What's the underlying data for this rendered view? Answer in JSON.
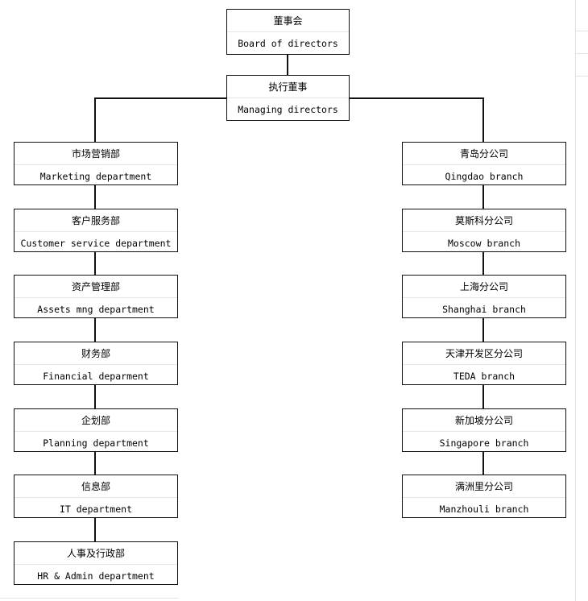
{
  "chart_data": {
    "type": "table",
    "top": [
      {
        "id": "board",
        "cn": "董事会",
        "en": "Board of directors"
      },
      {
        "id": "managing",
        "cn": "执行董事",
        "en": "Managing directors"
      }
    ],
    "left": [
      {
        "id": "marketing",
        "cn": "市场营销部",
        "en": "Marketing department"
      },
      {
        "id": "customer-service",
        "cn": "客户服务部",
        "en": "Customer service department"
      },
      {
        "id": "assets",
        "cn": "资产管理部",
        "en": "Assets mng department"
      },
      {
        "id": "financial",
        "cn": "财务部",
        "en": "Financial deparment"
      },
      {
        "id": "planning",
        "cn": "企划部",
        "en": "Planning department"
      },
      {
        "id": "it",
        "cn": "信息部",
        "en": "IT department"
      },
      {
        "id": "hr-admin",
        "cn": "人事及行政部",
        "en": "HR & Admin department"
      }
    ],
    "right": [
      {
        "id": "qingdao",
        "cn": "青岛分公司",
        "en": "Qingdao branch"
      },
      {
        "id": "moscow",
        "cn": "莫斯科分公司",
        "en": "Moscow branch"
      },
      {
        "id": "shanghai",
        "cn": "上海分公司",
        "en": "Shanghai branch"
      },
      {
        "id": "teda",
        "cn": "天津开发区分公司",
        "en": "TEDA branch"
      },
      {
        "id": "singapore",
        "cn": "新加坡分公司",
        "en": "Singapore branch"
      },
      {
        "id": "manzhouli",
        "cn": "满洲里分公司",
        "en": "Manzhouli branch"
      }
    ]
  }
}
